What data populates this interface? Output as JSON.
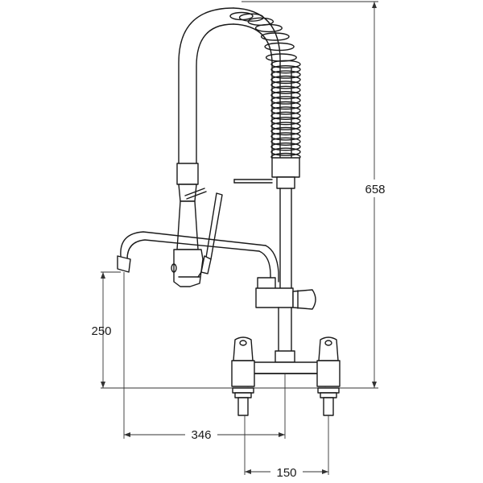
{
  "dimensions": {
    "total_height": "658",
    "spout_height": "250",
    "spout_reach": "346",
    "centres": "150"
  },
  "colors": {
    "line": "#1a1a1a",
    "background": "#ffffff"
  }
}
